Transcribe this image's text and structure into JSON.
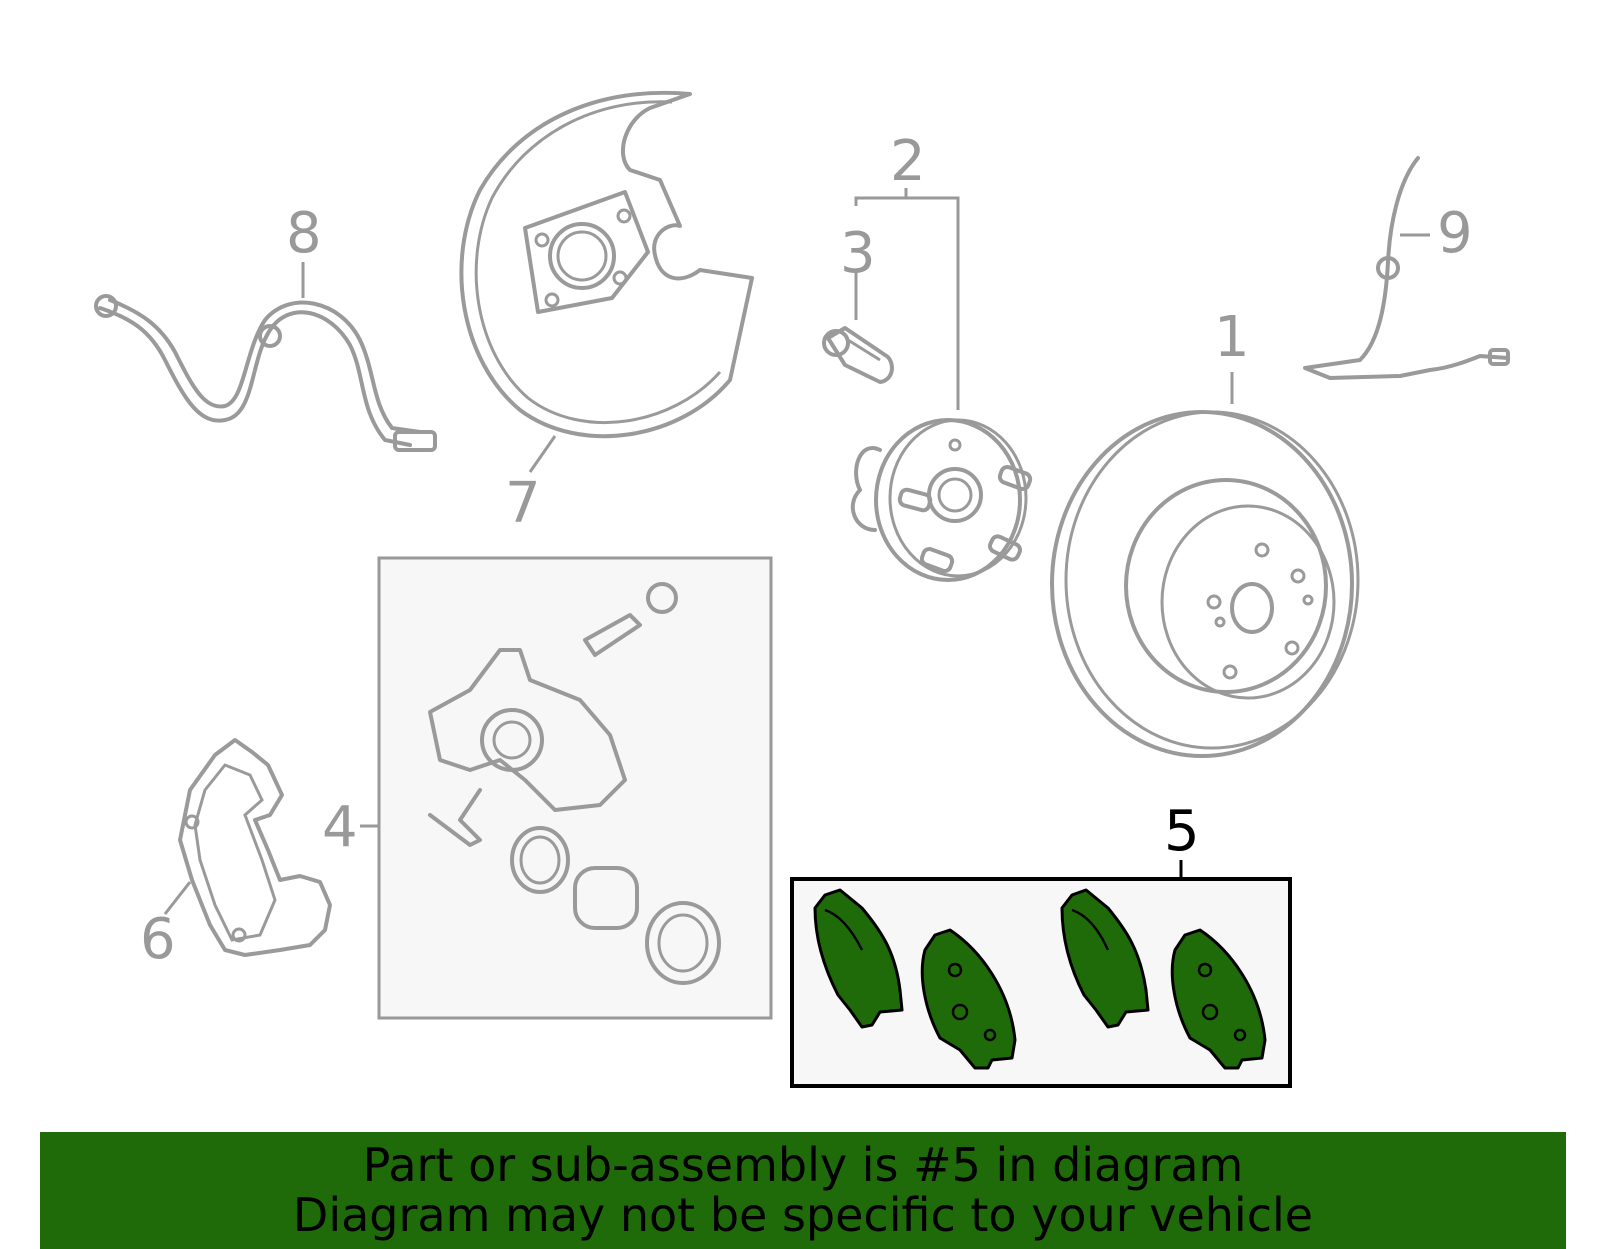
{
  "diagram": {
    "callouts": [
      {
        "id": "1",
        "label": "1"
      },
      {
        "id": "2",
        "label": "2"
      },
      {
        "id": "3",
        "label": "3"
      },
      {
        "id": "4",
        "label": "4"
      },
      {
        "id": "5",
        "label": "5"
      },
      {
        "id": "6",
        "label": "6"
      },
      {
        "id": "7",
        "label": "7"
      },
      {
        "id": "8",
        "label": "8"
      },
      {
        "id": "9",
        "label": "9"
      }
    ],
    "highlighted_part": "5",
    "colors": {
      "highlight_fill": "#1f6b0a",
      "part_line": "#9a9a9a",
      "group_box_fill": "#f7f7f7"
    }
  },
  "banner": {
    "line1": "Part or sub-assembly is #5 in diagram",
    "line2": "Diagram may not be specific to your vehicle",
    "background": "#1f6b0a"
  }
}
